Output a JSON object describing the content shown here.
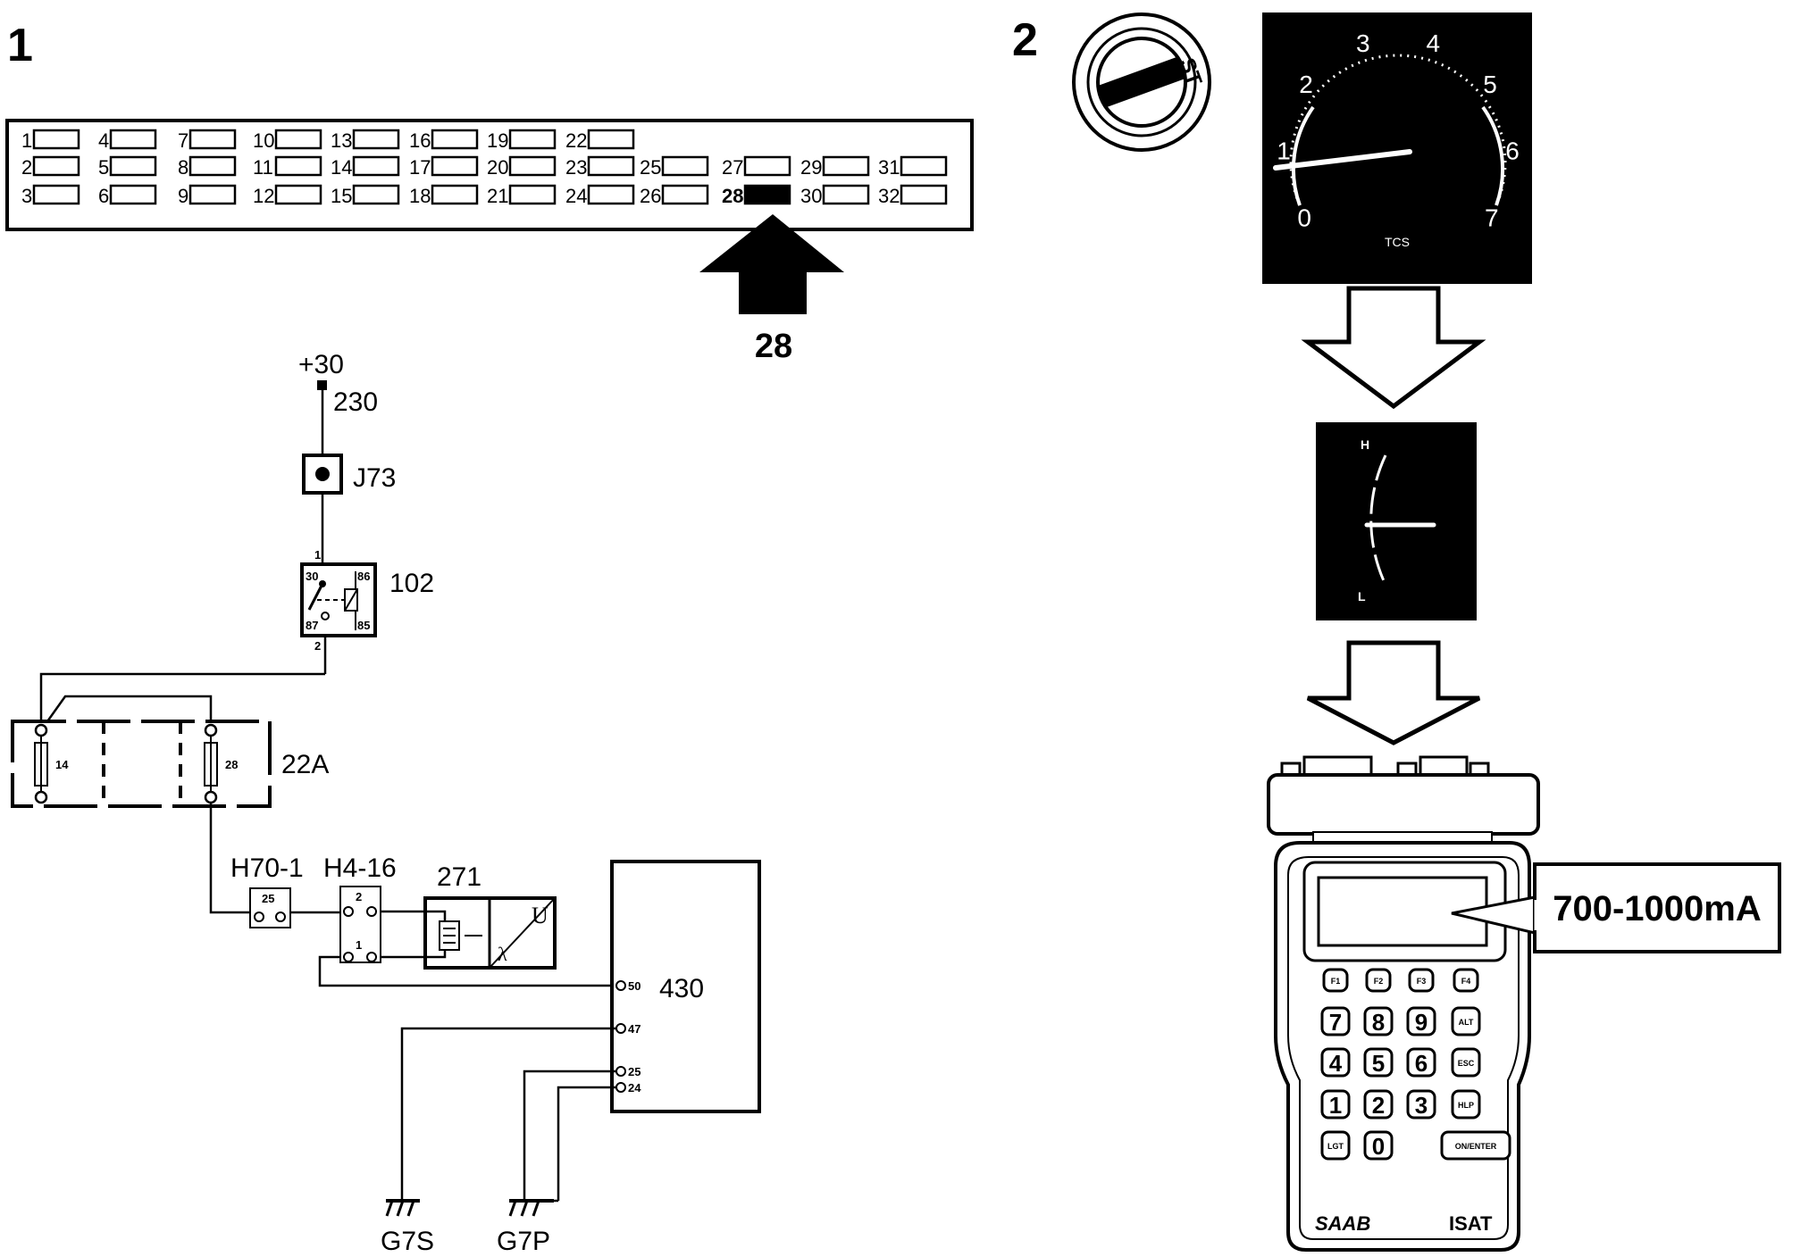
{
  "panels": {
    "left_number": "1",
    "right_number": "2"
  },
  "fuse_box": {
    "slots": [
      "1",
      "4",
      "7",
      "10",
      "13",
      "16",
      "19",
      "22",
      "2",
      "5",
      "8",
      "11",
      "14",
      "17",
      "20",
      "23",
      "25",
      "27",
      "29",
      "31",
      "3",
      "6",
      "9",
      "12",
      "15",
      "18",
      "21",
      "24",
      "26",
      "28",
      "30",
      "32"
    ],
    "highlighted": "28",
    "arrow_label": "28"
  },
  "circuit": {
    "supply": "+30",
    "node_230": "230",
    "j73": "J73",
    "relay": {
      "label": "102",
      "p30": "30",
      "p86": "86",
      "p87": "87",
      "p85": "85",
      "pin1": "1",
      "pin2": "2"
    },
    "fuse_block": {
      "label": "22A",
      "f14": "14",
      "f28": "28"
    },
    "h70": {
      "label": "H70-1",
      "pin": "25"
    },
    "h4": {
      "label": "H4-16",
      "pin_top": "2",
      "pin_bottom": "1"
    },
    "sensor": {
      "label": "271",
      "u": "U",
      "lambda": "λ"
    },
    "ecu": {
      "label": "430",
      "p50": "50",
      "p47": "47",
      "p25": "25",
      "p24": "24"
    },
    "ground_s": "G7S",
    "ground_p": "G7P"
  },
  "ignition": {
    "position": "ST"
  },
  "tachometer": {
    "ticks": [
      "0",
      "1",
      "2",
      "3",
      "4",
      "5",
      "6",
      "7"
    ],
    "caption": "TCS"
  },
  "temp_gauge": {
    "high": "H",
    "low": "L"
  },
  "isat": {
    "reading": "700-1000mA",
    "brand": "SAAB",
    "model": "ISAT",
    "keys": {
      "f1": "F1",
      "f2": "F2",
      "f3": "F3",
      "f4": "F4",
      "k7": "7",
      "k8": "8",
      "k9": "9",
      "alt": "ALT",
      "k4": "4",
      "k5": "5",
      "k6": "6",
      "esc": "ESC",
      "k1": "1",
      "k2": "2",
      "k3": "3",
      "hlp": "HLP",
      "lgt": "LGT",
      "k0": "0",
      "enter": "ON/ENTER"
    }
  }
}
